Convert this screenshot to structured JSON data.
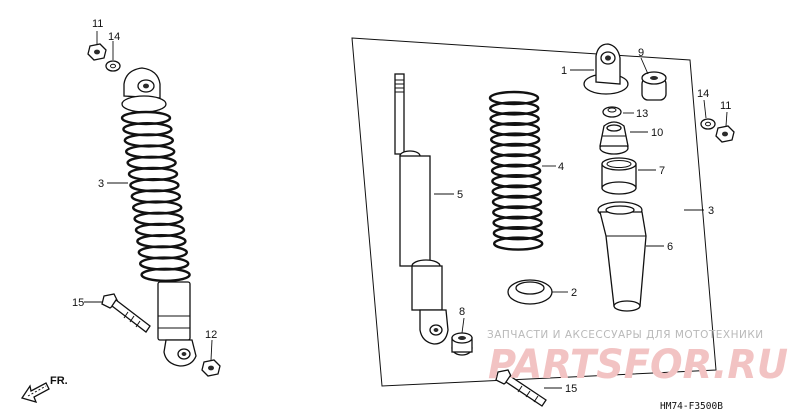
{
  "diagram": {
    "callouts": [
      {
        "id": "l-11",
        "text": "11"
      },
      {
        "id": "l-14",
        "text": "14"
      },
      {
        "id": "l-3",
        "text": "3"
      },
      {
        "id": "l-15",
        "text": "15"
      },
      {
        "id": "l-12",
        "text": "12"
      },
      {
        "id": "r-5",
        "text": "5"
      },
      {
        "id": "r-4",
        "text": "4"
      },
      {
        "id": "r-1",
        "text": "1"
      },
      {
        "id": "r-9",
        "text": "9"
      },
      {
        "id": "r-13",
        "text": "13"
      },
      {
        "id": "r-10",
        "text": "10"
      },
      {
        "id": "r-7",
        "text": "7"
      },
      {
        "id": "r-14",
        "text": "14"
      },
      {
        "id": "r-11",
        "text": "11"
      },
      {
        "id": "r-3",
        "text": "3"
      },
      {
        "id": "r-6",
        "text": "6"
      },
      {
        "id": "r-2",
        "text": "2"
      },
      {
        "id": "r-8",
        "text": "8"
      },
      {
        "id": "r-15",
        "text": "15"
      }
    ],
    "direction_label": "FR.",
    "diagram_code": "HM74-F3500B"
  },
  "watermark": {
    "caption": "ЗАПЧАСТИ И АКСЕССУАРЫ ДЛЯ МОТОТЕХНИКИ",
    "logo": "PARTSFOR.RU"
  }
}
